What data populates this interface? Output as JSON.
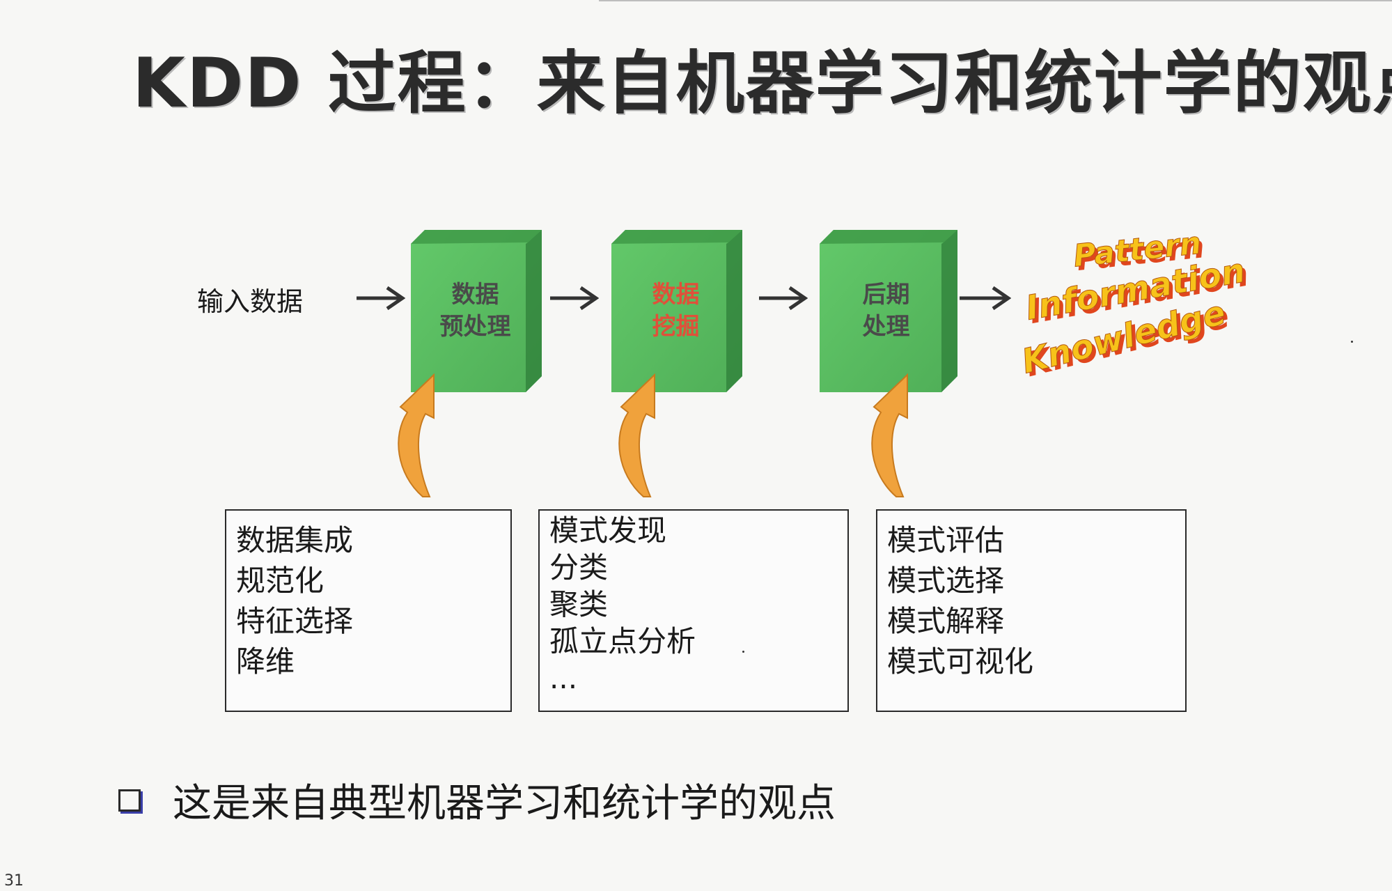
{
  "title": "KDD 过程：来自机器学习和统计学的观点",
  "input_label": "输入数据",
  "stages": [
    {
      "line1": "数据",
      "line2": "预处理",
      "text_color": "#4a4a4a"
    },
    {
      "line1": "数据",
      "line2": "挖掘",
      "text_color": "#e0503a"
    },
    {
      "line1": "后期",
      "line2": "处理",
      "text_color": "#4a4a4a"
    }
  ],
  "outputs": [
    "Pattern",
    "Information",
    "Knowledge"
  ],
  "boxes": [
    {
      "items": [
        "数据集成",
        "规范化",
        "特征选择",
        "降维"
      ]
    },
    {
      "items": [
        "模式发现",
        "分类",
        "聚类",
        "孤立点分析",
        "..."
      ]
    },
    {
      "items": [
        "模式评估",
        "模式选择",
        "模式解释",
        "模式可视化"
      ]
    }
  ],
  "bullet": "这是来自典型机器学习和统计学的观点",
  "page_number": "31",
  "colors": {
    "cube_face": "#5bbf62",
    "cube_top": "#3f9a48",
    "cube_side": "#2f7f3a",
    "curl_arrow": "#f0a23c",
    "output_text": "#f7c21a",
    "output_shadow": "#e0461e"
  }
}
